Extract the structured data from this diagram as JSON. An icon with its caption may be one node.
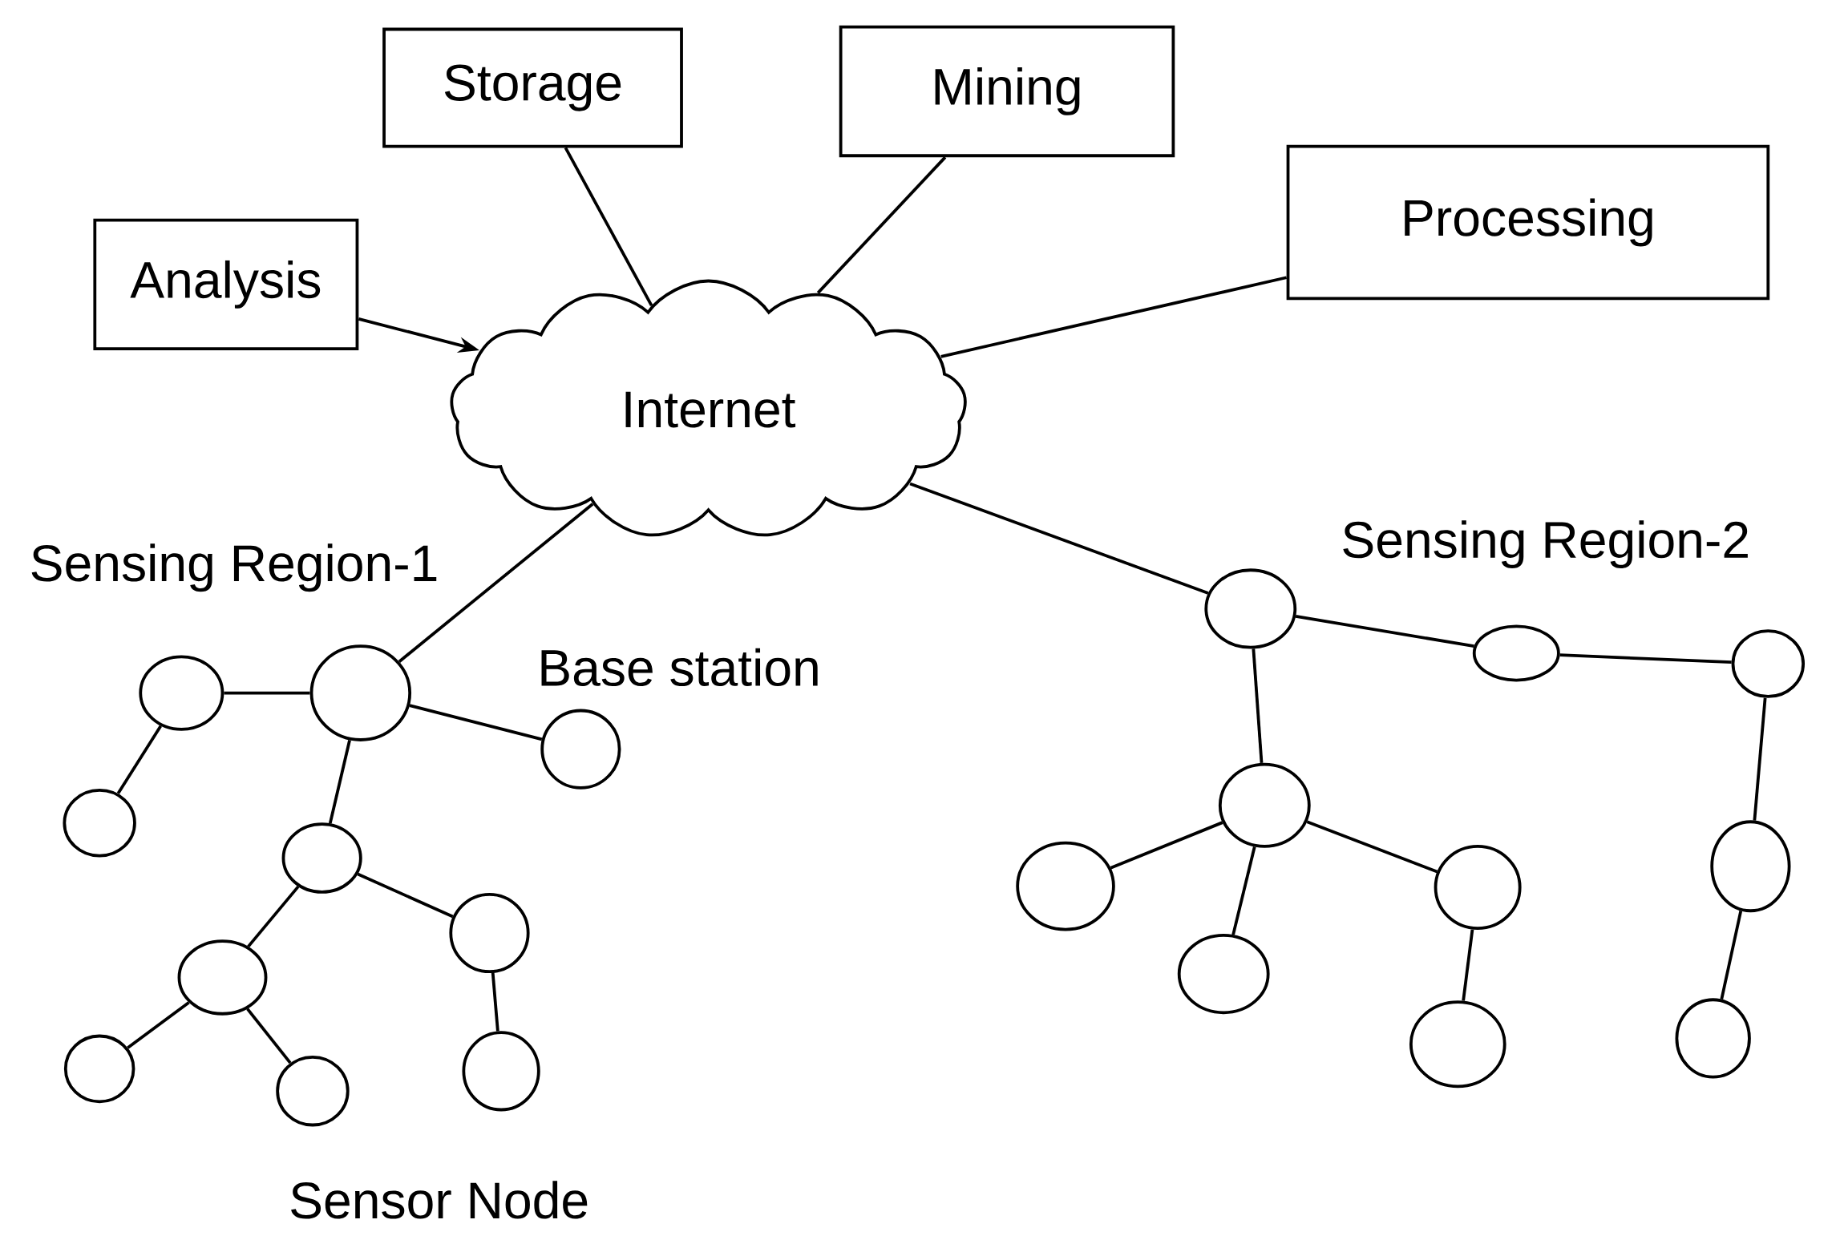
{
  "diagram": {
    "nodes": [
      {
        "text": [
          "Storage"
        ]
      },
      {
        "text": [
          "Mining"
        ]
      },
      {
        "text": [
          "Analysis"
        ]
      },
      {
        "text": [
          "Processing"
        ]
      },
      {
        "text": [
          "Internet"
        ]
      },
      {
        "text": [],
        "shape": "circle"
      },
      {
        "text": [],
        "shape": "circle"
      },
      {
        "text": [],
        "shape": "circle"
      },
      {
        "text": [],
        "shape": "circle"
      },
      {
        "text": [],
        "shape": "circle"
      },
      {
        "text": [],
        "shape": "circle"
      },
      {
        "text": [],
        "shape": "circle"
      },
      {
        "text": [],
        "shape": "circle"
      },
      {
        "text": [],
        "shape": "circle"
      },
      {
        "text": [],
        "shape": "circle"
      },
      {
        "text": [],
        "shape": "circle"
      },
      {
        "text": [],
        "shape": "circle"
      },
      {
        "text": [],
        "shape": "circle"
      },
      {
        "text": [],
        "shape": "circle"
      },
      {
        "text": [],
        "shape": "circle"
      },
      {
        "text": [],
        "shape": "circle"
      },
      {
        "text": [],
        "shape": "circle"
      },
      {
        "text": [],
        "shape": "circle"
      },
      {
        "text": [],
        "shape": "circle"
      },
      {
        "text": [],
        "shape": "circle"
      }
    ],
    "edges": [
      {
        "from": 2,
        "to": 4,
        "arrow": "to"
      },
      {
        "from": 0,
        "to": 4,
        "arrow": "none"
      },
      {
        "from": 1,
        "to": 4,
        "arrow": "none"
      },
      {
        "from": 3,
        "to": 4,
        "arrow": "none"
      },
      {
        "from": 4,
        "to": 6,
        "arrow": "none"
      },
      {
        "from": 4,
        "to": 15,
        "arrow": "none"
      },
      {
        "from": 5,
        "to": 6,
        "arrow": "none"
      },
      {
        "from": 6,
        "to": 7,
        "arrow": "none"
      },
      {
        "from": 5,
        "to": 8,
        "arrow": "none"
      },
      {
        "from": 6,
        "to": 9,
        "arrow": "none"
      },
      {
        "from": 9,
        "to": 10,
        "arrow": "none"
      },
      {
        "from": 9,
        "to": 11,
        "arrow": "none"
      },
      {
        "from": 11,
        "to": 12,
        "arrow": "none"
      },
      {
        "from": 11,
        "to": 13,
        "arrow": "none"
      },
      {
        "from": 10,
        "to": 14,
        "arrow": "none"
      },
      {
        "from": 15,
        "to": 16,
        "arrow": "none"
      },
      {
        "from": 16,
        "to": 17,
        "arrow": "none"
      },
      {
        "from": 15,
        "to": 18,
        "arrow": "none"
      },
      {
        "from": 18,
        "to": 20,
        "arrow": "none"
      },
      {
        "from": 18,
        "to": 22,
        "arrow": "none"
      },
      {
        "from": 18,
        "to": 21,
        "arrow": "none"
      },
      {
        "from": 21,
        "to": 23,
        "arrow": "none"
      },
      {
        "from": 17,
        "to": 19,
        "arrow": "none"
      },
      {
        "from": 19,
        "to": 24,
        "arrow": "none"
      }
    ],
    "labels": [
      "Sensing Region-1",
      "Sensing Region-2",
      "Base station",
      "Sensor Node"
    ]
  }
}
